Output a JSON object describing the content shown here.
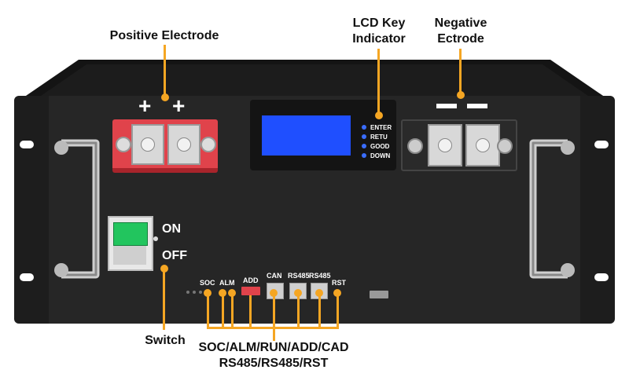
{
  "callouts": {
    "positive": "Positive Electrode",
    "lcd_line1": "LCD Key",
    "lcd_line2": "Indicator",
    "negative_line1": "Negative",
    "negative_line2": "Ectrode",
    "switch": "Switch",
    "ports_line1": "SOC/ALM/RUN/ADD/CAD",
    "ports_line2": "RS485/RS485/RST"
  },
  "terminals": {
    "positive_sign_1": "+",
    "positive_sign_2": "+"
  },
  "switch": {
    "on": "ON",
    "off": "OFF"
  },
  "lcd_keys": [
    "ENTER",
    "RETU",
    "GOOD",
    "DOWN"
  ],
  "ports": {
    "soc": "SOC",
    "alm": "ALM",
    "add": "ADD",
    "can": "CAN",
    "rs485_1": "RS485",
    "rs485_2": "RS485",
    "rst": "RST"
  },
  "colors": {
    "panel": "#262626",
    "chassis": "#1a1a1a",
    "accent": "#f5a623",
    "lcd": "#1f4fff",
    "positive_busbar": "#e0434b"
  }
}
